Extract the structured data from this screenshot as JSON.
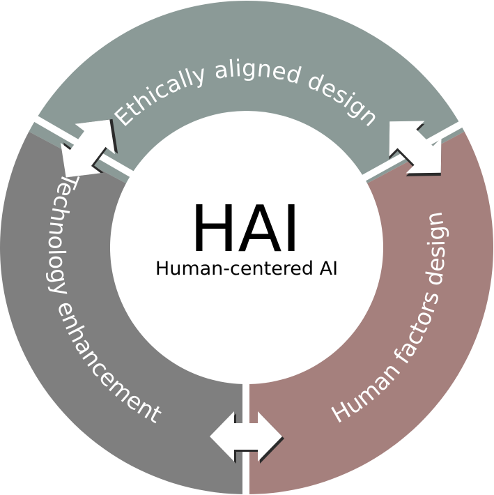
{
  "diagram": {
    "center": {
      "title": "HAI",
      "subtitle": "Human-centered AI"
    },
    "segments": [
      {
        "id": "top",
        "label": "Ethically aligned design",
        "color": "#8b9a97"
      },
      {
        "id": "right",
        "label": "Human factors design",
        "color": "#a5807d"
      },
      {
        "id": "left",
        "label": "Technology enhancement",
        "color": "#7f7f7f"
      }
    ],
    "connectors": [
      "top-left",
      "top-right",
      "bottom"
    ]
  }
}
